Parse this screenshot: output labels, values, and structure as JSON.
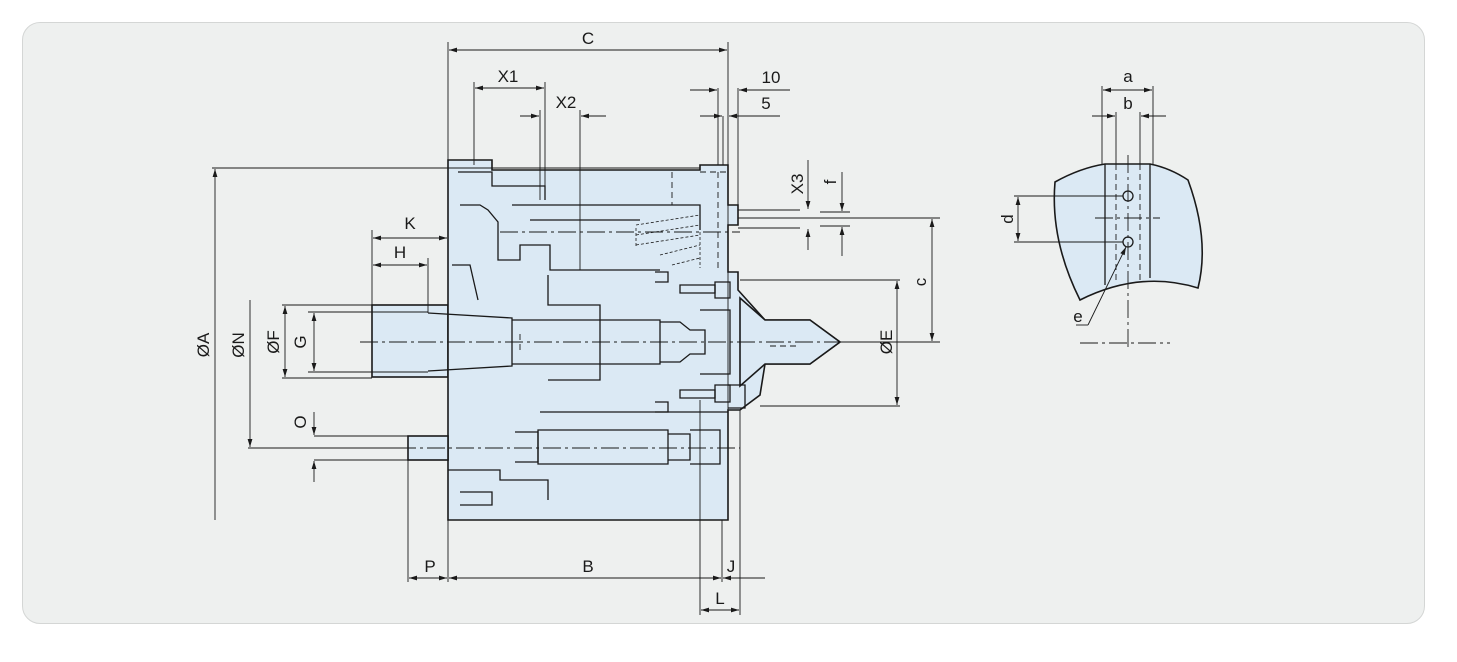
{
  "dimensions": {
    "C": "C",
    "X1": "X1",
    "X2": "X2",
    "d10": "10",
    "d5": "5",
    "X3": "X3",
    "f": "f",
    "K": "K",
    "H": "H",
    "c": "c",
    "OA": "ØA",
    "ON": "ØN",
    "OF": "ØF",
    "G": "G",
    "OE": "ØE",
    "O": "O",
    "P": "P",
    "B": "B",
    "J": "J",
    "L": "L",
    "a": "a",
    "b": "b",
    "d": "d",
    "e": "e"
  }
}
